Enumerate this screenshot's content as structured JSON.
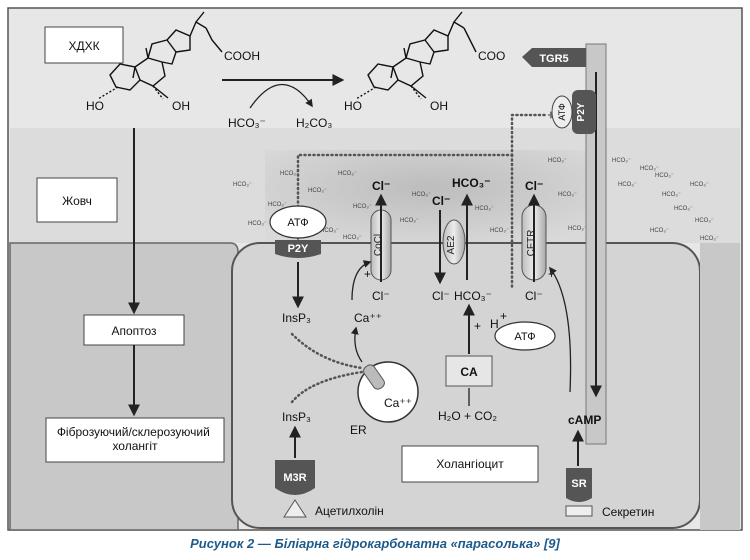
{
  "figure": {
    "caption": "Рисунок 2 — Біліарна гідрокарбонатна «парасолька» [9]"
  },
  "labels": {
    "udca": "ХДХК",
    "bile": "Жовч",
    "apoptosis": "Апоптоз",
    "cholangitis": "Фіброзуючий/склерозуючий холангіт",
    "cholangiocyte": "Холангіоцит",
    "cooh": "COOH",
    "coo": "COO",
    "ho_left": "HO",
    "oh_left": "OH",
    "ho_right": "HO",
    "oh_right": "OH",
    "hco3_minus": "HCO₃⁻",
    "h2co3": "H₂CO₃",
    "tgr5": "TGR5",
    "atp_left": "АТФ",
    "p2y_left": "P2Y",
    "atp_right": "АТФ",
    "p2y_right": "P2Y",
    "atp_bottom": "АТФ",
    "cocl": "CoCl",
    "ae2": "AE2",
    "cftr": "CFTR",
    "cl_cocl_top": "Cl⁻",
    "cl_cocl_bottom": "Cl⁻",
    "cl_ae2_top": "Cl⁻",
    "hco3_ae2_top": "HCO₃⁻",
    "cl_ae2_bottom": "Cl⁻",
    "hco3_ae2_bottom": "HCO₃⁻",
    "cl_cftr_top": "Cl⁻",
    "cl_cftr_bottom": "Cl⁻",
    "plus": "+",
    "h_plus": "H",
    "insp3_top": "InsP₃",
    "insp3_bottom": "InsP₃",
    "ca_cyto": "Ca⁺⁺",
    "ca_er": "Ca⁺⁺",
    "er": "ER",
    "ca_enzyme": "CA",
    "water_co2": "H₂O + CO₂",
    "camp": "cAMP",
    "m3r": "M3R",
    "sr": "SR",
    "acetylcholine": "Ацетилхолін",
    "secretin": "Секретин",
    "hco3_scatter": "HCO₃⁻"
  }
}
